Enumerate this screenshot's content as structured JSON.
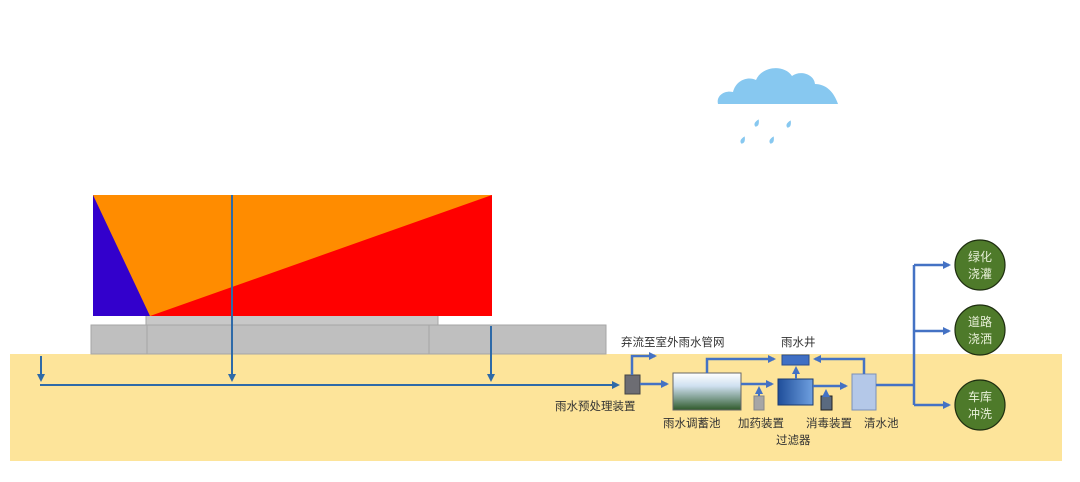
{
  "title": "雨水回收利用系统示意图",
  "colors": {
    "ground": "#fde49a",
    "pipe": "#4472c4",
    "pipe_dark": "#2e6aa8",
    "building_orange": "#ff8c00",
    "building_red": "#ff0000",
    "building_purple": "#3300cc",
    "podium": "#bfbfbf",
    "cloud": "#87c8f0",
    "use_circle": "#4e7a2a"
  },
  "labels": {
    "discharge": "弃流至室外雨水管网",
    "pretreatment": "雨水预处理装置",
    "storage_tank": "雨水调蓄池",
    "dosing": "加药装置",
    "filter": "过滤器",
    "rain_well": "雨水井",
    "disinfection": "消毒装置",
    "clear_water_tank": "清水池"
  },
  "uses": [
    {
      "line1": "绿化",
      "line2": "浇灌"
    },
    {
      "line1": "道路",
      "line2": "浇洒"
    },
    {
      "line1": "车库",
      "line2": "冲洗"
    }
  ],
  "icons": {
    "weather": "rain-cloud-icon"
  }
}
